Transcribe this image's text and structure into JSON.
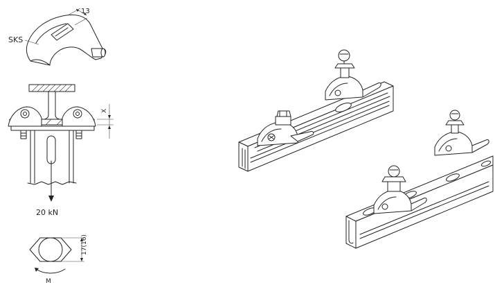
{
  "clamp_detail": {
    "material_label": "SKS",
    "width_dimension": "13"
  },
  "section_detail": {
    "offset_dimension": "X",
    "load_label": "20 kN"
  },
  "nut_detail": {
    "size_dimension": "17(16)",
    "torque_label": "M"
  },
  "colors": {
    "line": "#222222",
    "background": "#ffffff"
  }
}
